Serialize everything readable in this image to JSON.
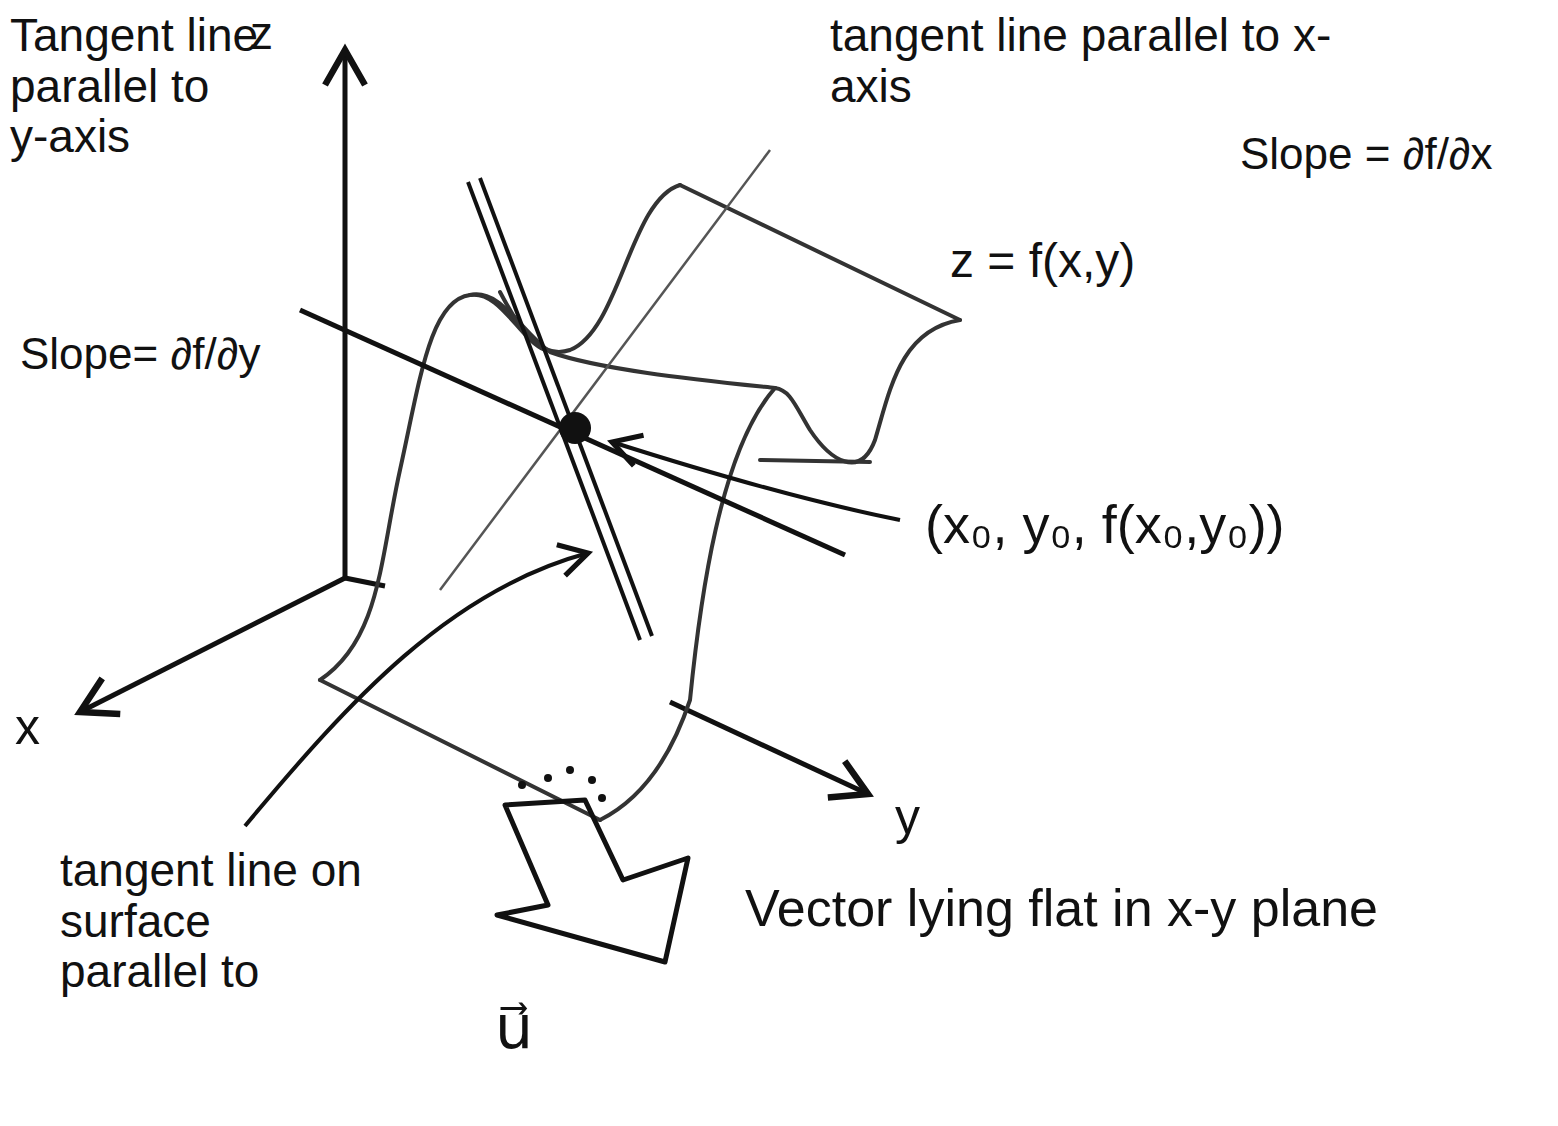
{
  "diagram": {
    "labels": [
      "z",
      "Tangent line parallel to y-axis",
      "Slope= ∂f/∂y",
      "tangent line parallel to x-axis",
      "Slope = ∂f/∂x",
      "z = f(x,y)",
      "(x₀, y₀, f(x₀,y₀))",
      "x",
      "y",
      "tangent line on surface parallel to",
      "u⃗",
      "Vector lying flat in x-y plane"
    ]
  }
}
